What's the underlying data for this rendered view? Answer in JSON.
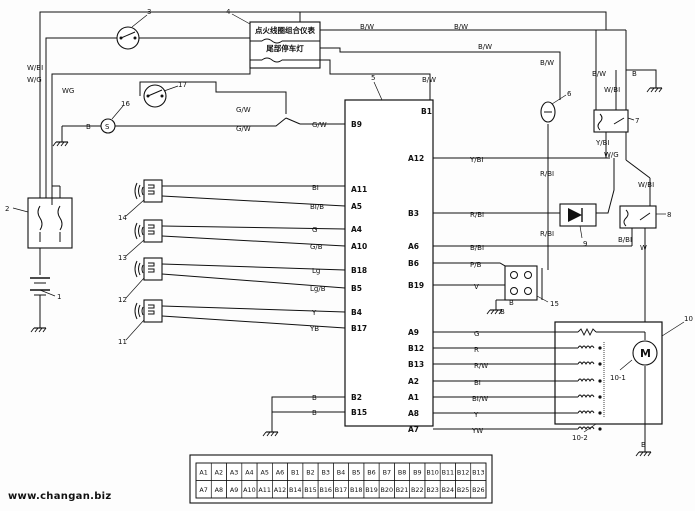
{
  "watermark": "www.changan.biz",
  "callouts": [
    "1",
    "2",
    "3",
    "4",
    "5",
    "6",
    "7",
    "8",
    "9",
    "10",
    "10-1",
    "10-2",
    "11",
    "12",
    "13",
    "14",
    "15",
    "16",
    "17"
  ],
  "ecu": {
    "top_pin": "B1",
    "left_pins": [
      "B9",
      "A11",
      "A5",
      "A4",
      "A10",
      "B18",
      "B5",
      "B4",
      "B17",
      "B2",
      "B15"
    ],
    "right_pins": [
      "A12",
      "B3",
      "A6",
      "B6",
      "B19",
      "A9",
      "B12",
      "B13",
      "A2",
      "A1",
      "A8",
      "A7"
    ]
  },
  "fuse_box": {
    "line1": "点火线圈组合仪表",
    "line2": "尾部停车灯"
  },
  "wires": {
    "top_bw_left": "B/W",
    "top_bw_right": "B/W",
    "top_bw_mid": "B/W",
    "to_b1": "B/W",
    "to_6": "B/W",
    "wb_left": "W/BI",
    "wg_left": "W/G",
    "wg_mid": "WG",
    "gw_upper": "G/W",
    "gw_lower": "G/W",
    "gw_b9": "G/W",
    "ground_16": "B",
    "bi_a11": "BI",
    "bib_a5": "BI/B",
    "g_a4": "G",
    "gb_a10": "G/B",
    "lg_b18": "Lg",
    "lgb_b5": "Lg/B",
    "y_b4": "Y",
    "yb_b17": "YB",
    "b_b2": "B",
    "b_b15": "B",
    "ybi_a12": "Y/BI",
    "rbi_b3": "R/BI",
    "bbi_a6": "B/BI",
    "pb_b6": "P/B",
    "v_b19": "V",
    "g_a9": "G",
    "r_b12": "R",
    "rw_b13": "R/W",
    "bi_a2": "BI",
    "biw_a1": "BI/W",
    "y_a8": "Y",
    "yw_a7": "YW",
    "rbi_6_down": "R/BI",
    "rbi_9": "R/BI",
    "bw_7": "B/W",
    "wbi_7": "W/BI",
    "b_7": "B",
    "ybi_7": "Y/BI",
    "wg_7": "W/G",
    "wbi_8": "W/BI",
    "bbi_8": "B/BI",
    "w_8": "W",
    "b_15a": "B",
    "b_15b": "B",
    "b_motor": "B"
  },
  "connector_table": {
    "row1": [
      "A1",
      "A2",
      "A3",
      "A4",
      "A5",
      "A6",
      "B1",
      "B2",
      "B3",
      "B4",
      "B5",
      "B6",
      "B7",
      "B8",
      "B9",
      "B10",
      "B11",
      "B12",
      "B13"
    ],
    "row2": [
      "A7",
      "A8",
      "A9",
      "A10",
      "A11",
      "A12",
      "B14",
      "B15",
      "B16",
      "B17",
      "B18",
      "B19",
      "B20",
      "B21",
      "B22",
      "B23",
      "B24",
      "B25",
      "B26"
    ]
  }
}
